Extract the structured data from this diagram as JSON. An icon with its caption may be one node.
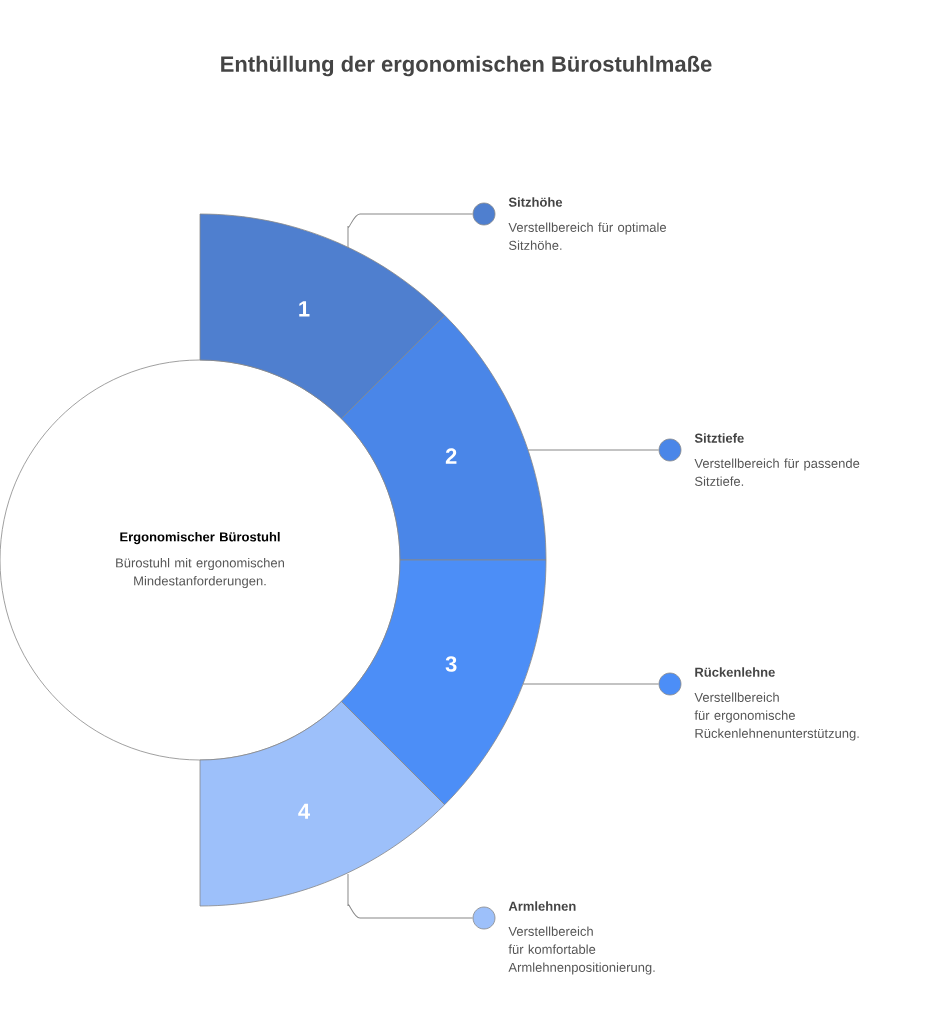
{
  "diagram": {
    "title": "Enthüllung der ergonomischen Bürostuhlmaße",
    "nodes": [
      {
        "text": [
          "Ergonomischer Bürostuhl",
          "Bürostuhl mit ergonomischen Mindestanforderungen."
        ]
      },
      {
        "text": [
          "1"
        ]
      },
      {
        "text": [
          "2"
        ]
      },
      {
        "text": [
          "3"
        ]
      },
      {
        "text": [
          "4"
        ]
      },
      {
        "text": [],
        "shape": "circle",
        "beside": [
          "Sitzhöhe",
          "Verstellbereich für optimale Sitzhöhe."
        ]
      },
      {
        "text": [],
        "shape": "circle",
        "beside": [
          "Sitztiefe",
          "Verstellbereich für passende Sitztiefe."
        ]
      },
      {
        "text": [],
        "shape": "circle",
        "beside": [
          "Rückenlehne",
          "Verstellbereich für ergonomische Rückenlehnenunterstützung."
        ]
      },
      {
        "text": [],
        "shape": "circle",
        "beside": [
          "Armlehnen",
          "Verstellbereich für komfortable Armlehnenpositionierung."
        ]
      }
    ],
    "edges": [
      {
        "from": 1,
        "to": 5,
        "arrow": "none"
      },
      {
        "from": 2,
        "to": 6,
        "arrow": "none"
      },
      {
        "from": 3,
        "to": 7,
        "arrow": "none"
      },
      {
        "from": 4,
        "to": 8,
        "arrow": "none"
      }
    ]
  }
}
